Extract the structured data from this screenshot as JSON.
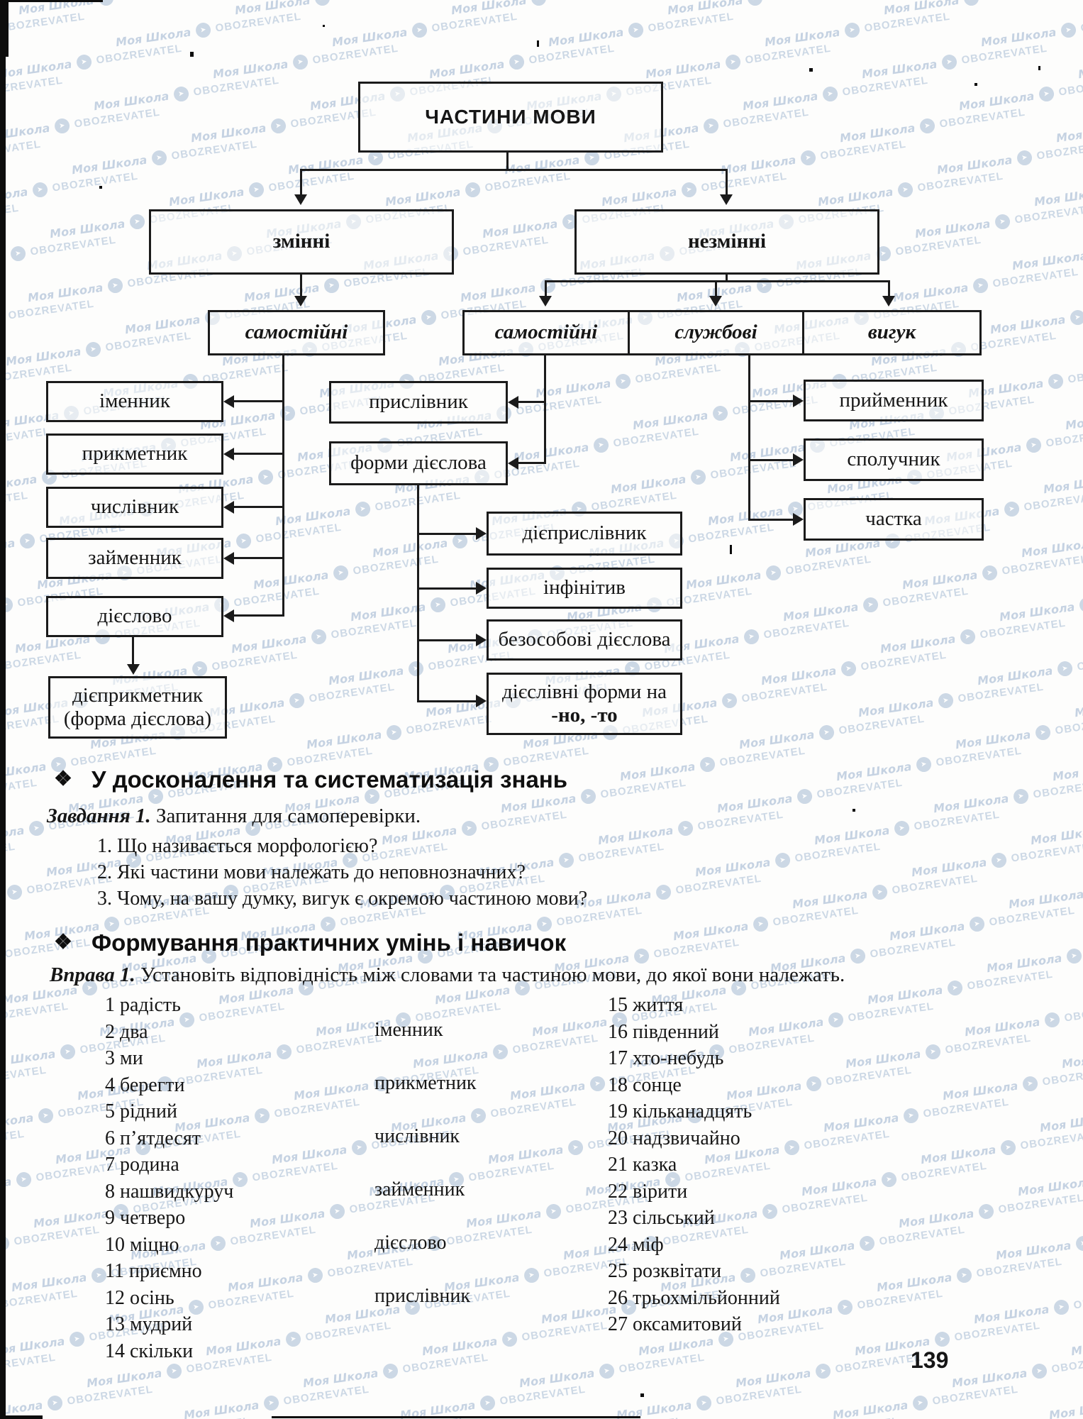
{
  "watermark": {
    "script": "Моя Школа",
    "caps": "OBOZREVATEL",
    "arrow": "➤",
    "color": "#9db4d0"
  },
  "diagram": {
    "root": "ЧАСТИНИ МОВИ",
    "zminni": "змінні",
    "nezminni": "незмінні",
    "samostiyni_left": "самостійні",
    "samostiyni_right": "самостійні",
    "sluzhbovi": "службові",
    "vyhuk": "вигук",
    "left_boxes": [
      "іменник",
      "прикметник",
      "числівник",
      "займенник",
      "дієслово"
    ],
    "participle_line1": "дієприкметник",
    "participle_line2": "(форма дієслова)",
    "adverb": "прислівник",
    "verb_forms": "форми дієслова",
    "verb_form_boxes": [
      "дієприслівник",
      "інфінітив",
      "безособові дієслова"
    ],
    "no_to_line1": "дієслівні форми на",
    "no_to_line2": "-но, -то",
    "right_boxes": [
      "прийменник",
      "сполучник",
      "частка"
    ]
  },
  "section1": {
    "bullet": "❖",
    "title": "У досконалення та систематизація знань",
    "task_label": "Завдання 1.",
    "task_text": " Запитання для самоперевірки.",
    "questions": [
      "1. Що називається морфологією?",
      "2. Які частини мови належать до неповнозначних?",
      "3. Чому, на вашу думку, вигук є окремою частиною мови?"
    ]
  },
  "section2": {
    "bullet": "❖",
    "title": "Формування практичних умінь і навичок",
    "task_label": "Вправа 1.",
    "task_text": " Установіть відповідність між словами та частиною мови, до якої вони належать.",
    "left_items": [
      "1 радість",
      "2 два",
      "3 ми",
      "4 берегти",
      "5 рідний",
      "6 п’ятдесят",
      "7 родина",
      "8 нашвидкуруч",
      "9 четверо",
      "10 міцно",
      "11 приємно",
      "12 осінь",
      "13 мудрий",
      "14 скільки"
    ],
    "pos_labels": [
      {
        "label": "іменник",
        "row": 2
      },
      {
        "label": "прикметник",
        "row": 4
      },
      {
        "label": "числівник",
        "row": 6
      },
      {
        "label": "займенник",
        "row": 8
      },
      {
        "label": "дієслово",
        "row": 10
      },
      {
        "label": "прислівник",
        "row": 12
      }
    ],
    "right_items": [
      "15 життя",
      "16 південний",
      "17 хто-небудь",
      "18 сонце",
      "19 кільканадцять",
      "20 надзвичайно",
      "21 казка",
      "22 вірити",
      "23 сільський",
      "24 міф",
      "25 розквітати",
      "26 трьохмільйонний",
      "27 оксамитовий"
    ]
  },
  "page_number": "139"
}
